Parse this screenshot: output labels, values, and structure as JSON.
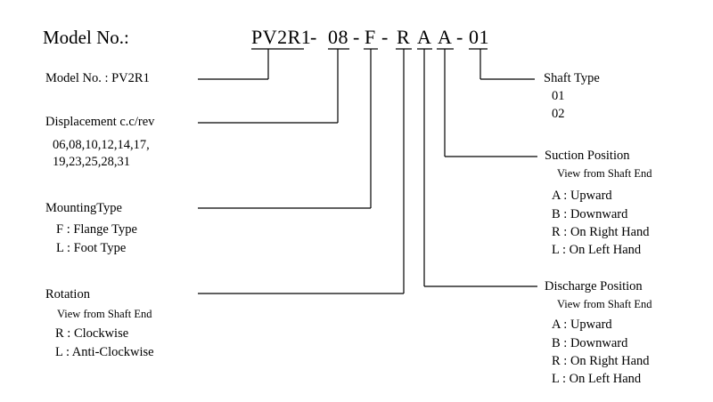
{
  "header": {
    "model_no_label": "Model No.:",
    "code": {
      "series": "PV2R1",
      "dash1": "-",
      "displacement": "08",
      "dash2": "-",
      "mounting": "F",
      "dash3": "-",
      "rotation": "R",
      "suction": "A",
      "discharge": "A",
      "dash4": "-",
      "shaft": "01"
    }
  },
  "left": {
    "model": {
      "label": "Model No. :  PV2R1"
    },
    "displacement": {
      "label": "Displacement c.c/rev",
      "values_line1": "06,08,10,12,14,17,",
      "values_line2": "19,23,25,28,31"
    },
    "mounting": {
      "label": "MountingType",
      "options": [
        "F :  Flange Type",
        "L :  Foot Type"
      ]
    },
    "rotation": {
      "label": "Rotation",
      "sub": "View from Shaft End",
      "options": [
        "R :  Clockwise",
        "L :  Anti-Clockwise"
      ]
    }
  },
  "right": {
    "shaft": {
      "label": "Shaft Type",
      "options": [
        "01",
        "02"
      ]
    },
    "suction": {
      "label": "Suction  Position",
      "sub": "View from Shaft End",
      "options": [
        "A : Upward",
        "B : Downward",
        "R : On Right Hand",
        "L : On Left Hand"
      ]
    },
    "discharge": {
      "label": "Discharge Position",
      "sub": "View from Shaft End",
      "options": [
        "A : Upward",
        "B : Downward",
        "R : On Right Hand",
        "L : On Left Hand"
      ]
    }
  }
}
